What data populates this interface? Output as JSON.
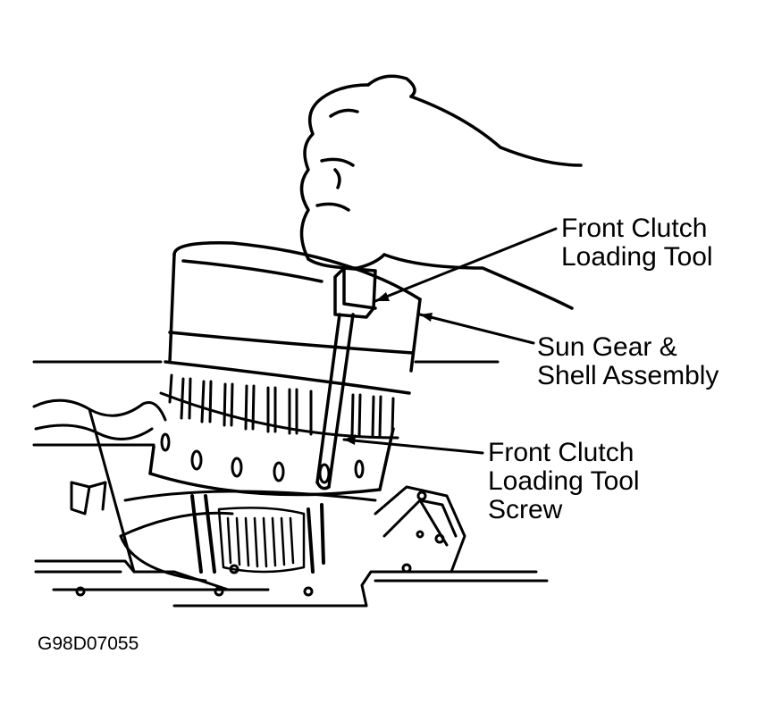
{
  "callouts": {
    "front_clutch_loading_tool": [
      "Front Clutch",
      "Loading Tool"
    ],
    "sun_gear_shell_assembly": [
      "Sun Gear &",
      "Shell Assembly"
    ],
    "front_clutch_loading_tool_screw": [
      "Front Clutch",
      "Loading Tool",
      "Screw"
    ]
  },
  "figure_id": "G98D07055",
  "colors": {
    "ink": "#000000",
    "paper": "#ffffff"
  }
}
